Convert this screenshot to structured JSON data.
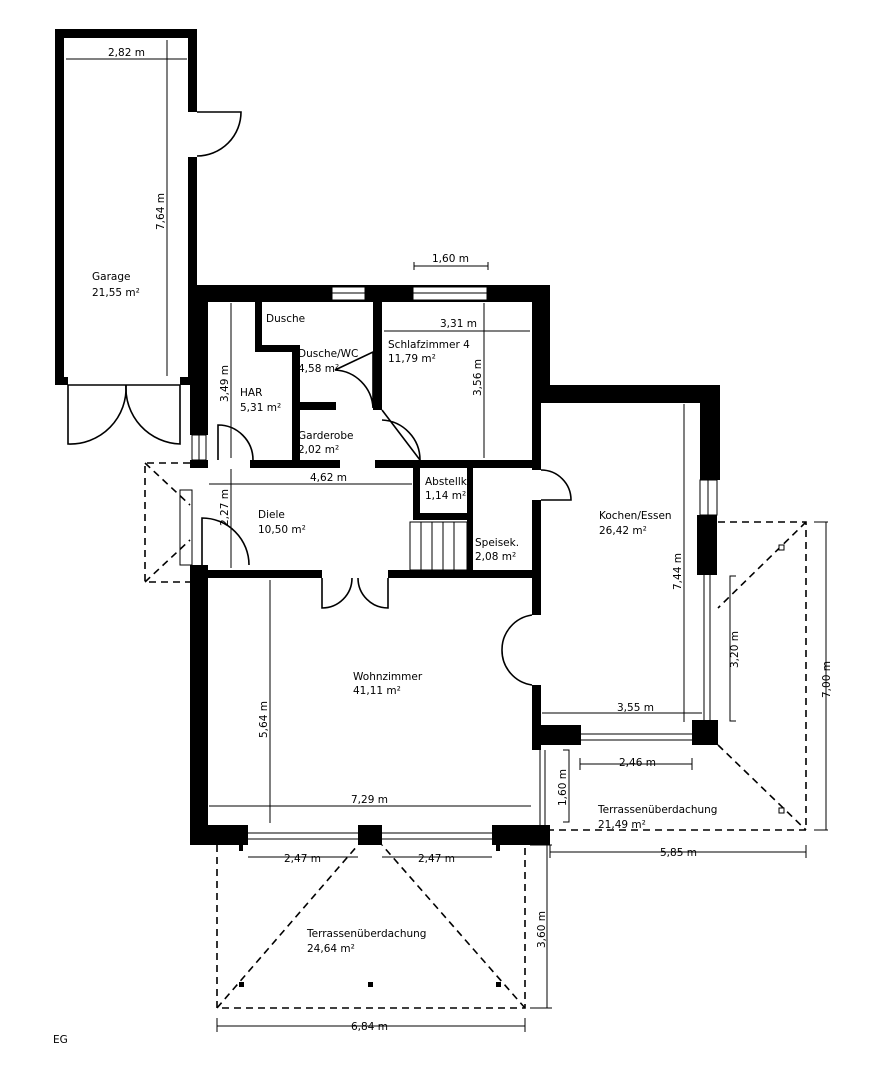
{
  "floor_label": "EG",
  "rooms": {
    "garage": {
      "name": "Garage",
      "area": "21,55 m²"
    },
    "dusche": {
      "name": "Dusche"
    },
    "dusche_wc": {
      "name": "Dusche/WC",
      "area": "4,58 m²"
    },
    "schlafzimmer4": {
      "name": "Schlafzimmer 4",
      "area": "11,79 m²"
    },
    "har": {
      "name": "HAR",
      "area": "5,31 m²"
    },
    "garderobe": {
      "name": "Garderobe",
      "area": "2,02 m²"
    },
    "abstellk": {
      "name": "Abstellk.",
      "area": "1,14 m²"
    },
    "diele": {
      "name": "Diele",
      "area": "10,50 m²"
    },
    "speisek": {
      "name": "Speisek.",
      "area": "2,08 m²"
    },
    "kochen_essen": {
      "name": "Kochen/Essen",
      "area": "26,42 m²"
    },
    "wohnzimmer": {
      "name": "Wohnzimmer",
      "area": "41,11 m²"
    },
    "terrasse_rechts": {
      "name": "Terrassenüberdachung",
      "area": "21,49 m²"
    },
    "terrasse_unten": {
      "name": "Terrassenüberdachung",
      "area": "24,64 m²"
    }
  },
  "dimensions": {
    "garage_width": "2,82 m",
    "garage_length": "7,64 m",
    "window_top": "1,60 m",
    "schlafzimmer_width": "3,31 m",
    "schlafzimmer_length": "3,56 m",
    "har_length": "3,49 m",
    "diele_width": "4,62 m",
    "diele_depth": "2,27 m",
    "kochen_length": "7,44 m",
    "kochen_window": "3,20 m",
    "kochen_width": "3,55 m",
    "terrasse_rechts_depth": "7,00 m",
    "kochen_window_bottom": "2,46 m",
    "side_window": "1,60 m",
    "terrasse_rechts_width": "5,85 m",
    "wohnzimmer_length": "5,64 m",
    "wohnzimmer_width": "7,29 m",
    "window_left": "2,47 m",
    "window_right": "2,47 m",
    "terrasse_unten_depth": "3,60 m",
    "terrasse_unten_width": "6,84 m"
  }
}
